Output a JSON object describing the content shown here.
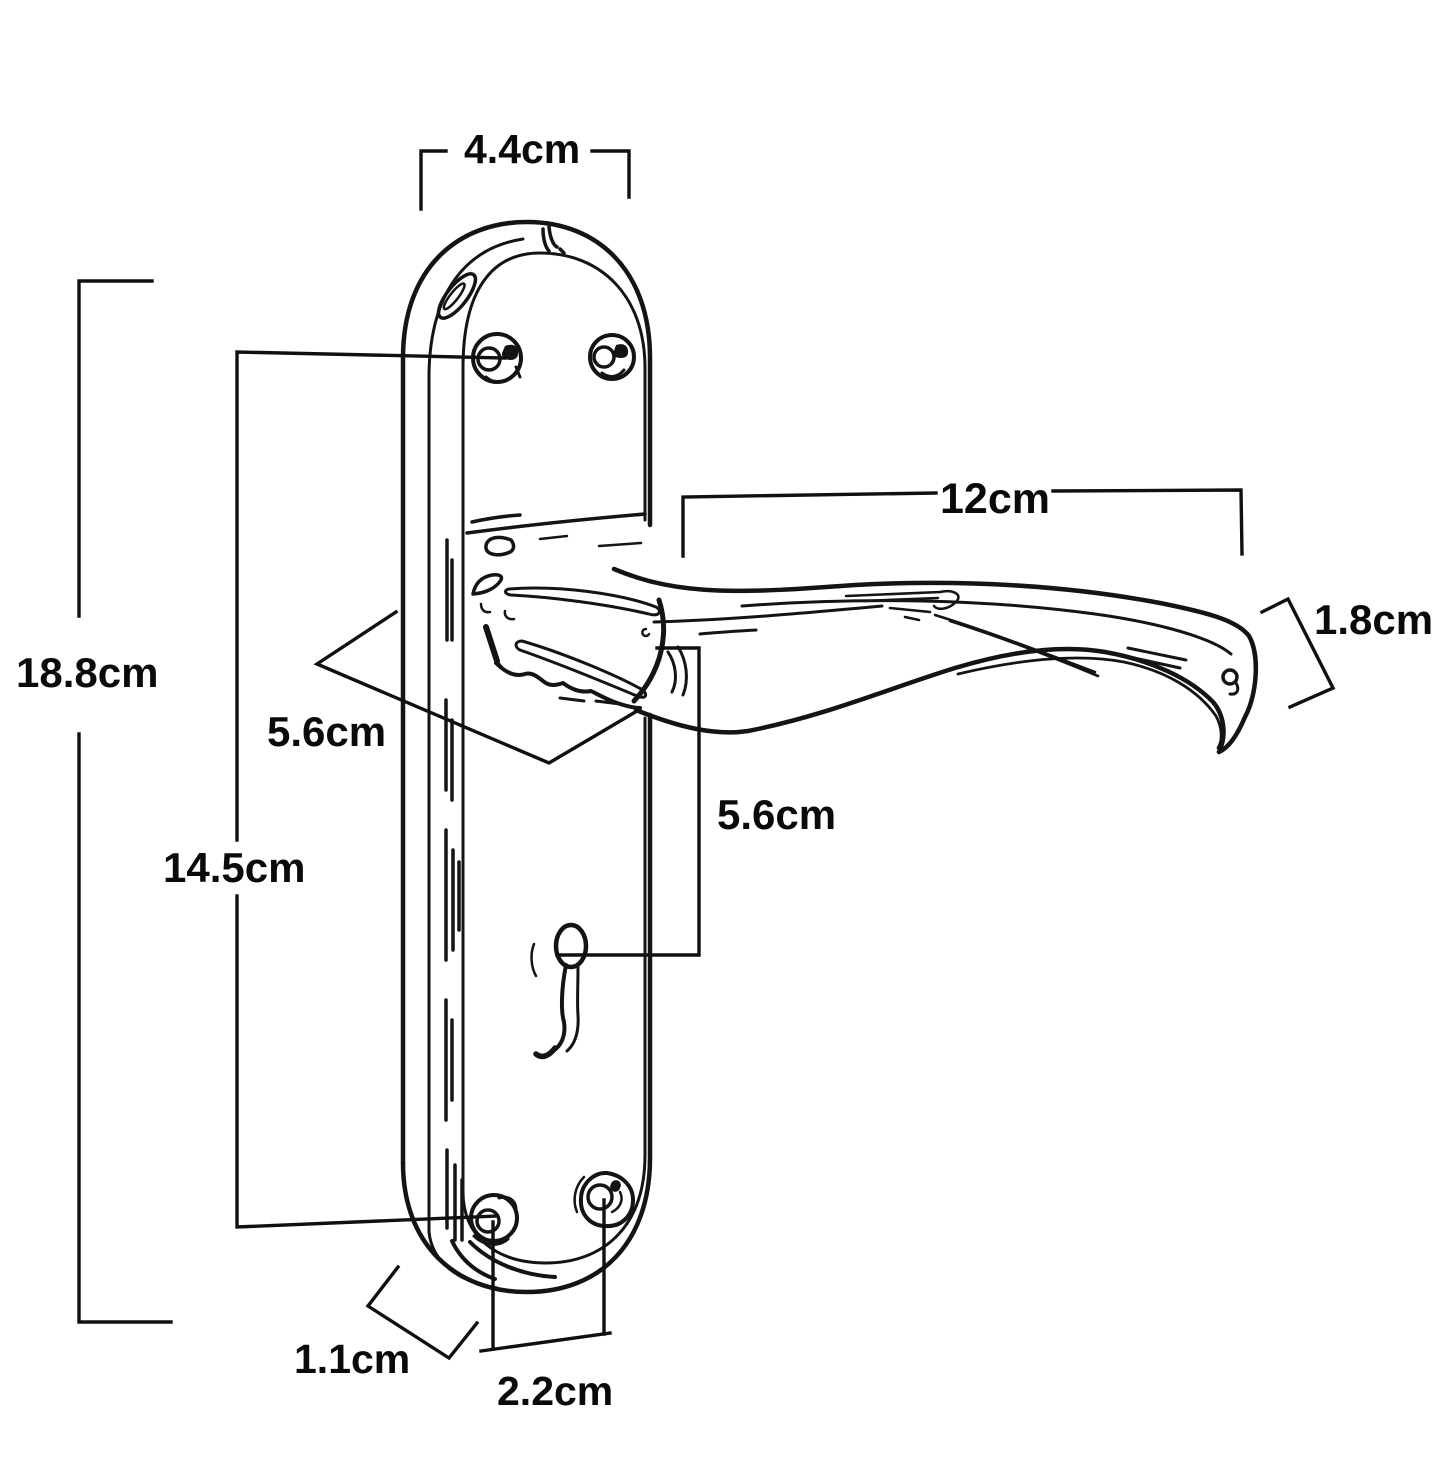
{
  "diagram": {
    "subject": "door-handle-lever-on-backplate-dimension-drawing",
    "unit": "cm",
    "colors": {
      "ink": "#141414",
      "background": "#ffffff"
    },
    "dimensions": {
      "plate_width": "4.4cm",
      "overall_height": "18.8cm",
      "fixing_centres": "14.5cm",
      "rose_diagonal": "5.6cm",
      "lever_to_keyhole": "5.6cm",
      "lever_length": "12cm",
      "lever_end_height": "1.8cm",
      "plate_thickness": "1.1cm",
      "screw_spacing": "2.2cm"
    }
  }
}
